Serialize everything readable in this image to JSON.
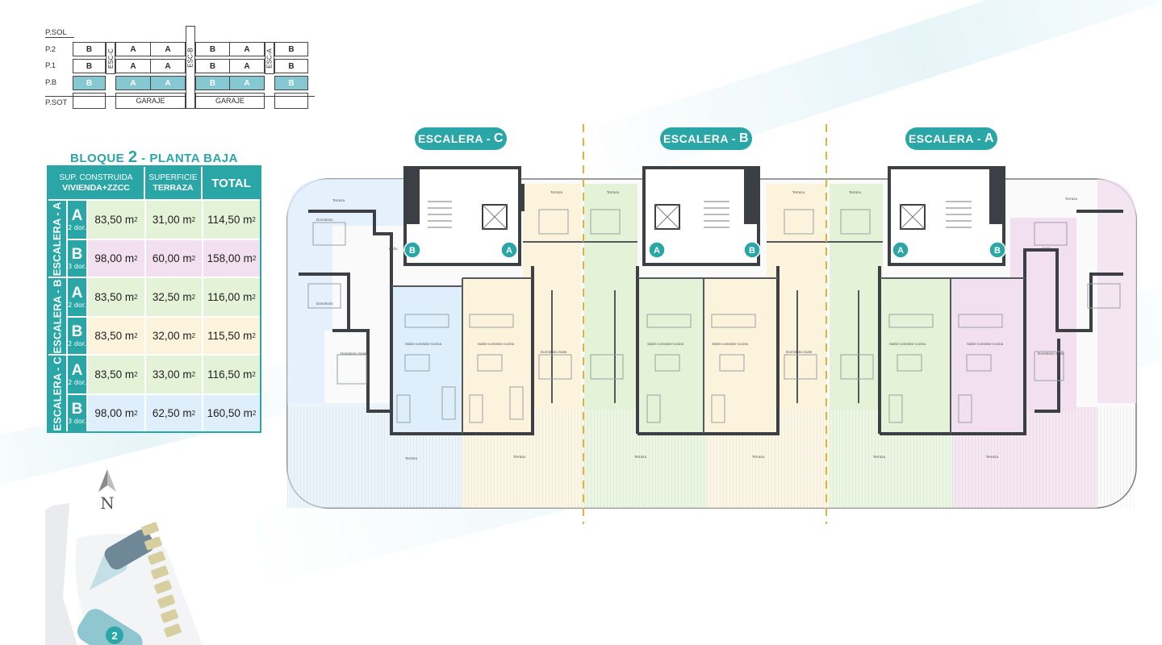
{
  "section": {
    "levels": [
      "P.SOL",
      "P.2",
      "P.1",
      "P.B",
      "P.SOT"
    ],
    "p2_cells": [
      "B",
      "A",
      "A",
      "B",
      "A",
      "B"
    ],
    "p1_cells": [
      "B",
      "A",
      "A",
      "B",
      "A",
      "B"
    ],
    "pb_cells": [
      "B",
      "A",
      "A",
      "B",
      "A",
      "B"
    ],
    "stairs": [
      "ESC-C",
      "ESC-B",
      "ESC-A"
    ],
    "garage": "GARAJE"
  },
  "table": {
    "title_prefix": "BLOQUE",
    "title_number": "2",
    "title_suffix": "- PLANTA BAJA",
    "col1_top": "SUP. CONSTRUIDA",
    "col1_bottom": "VIVIENDA+ZZCC",
    "col2_top": "SUPERFICIE",
    "col2_bottom": "TERRAZA",
    "col3": "TOTAL",
    "unit": "m",
    "unit_sup": "2",
    "groups": [
      {
        "label": "ESCALERA - A",
        "rows": [
          {
            "type": "A",
            "dor": "2 dor.",
            "built": "83,50",
            "terrace": "31,00",
            "total": "114,50",
            "color": "#e4f3d8"
          },
          {
            "type": "B",
            "dor": "3 dor.",
            "built": "98,00",
            "terrace": "60,00",
            "total": "158,00",
            "color": "#f2e0f0"
          }
        ]
      },
      {
        "label": "ESCALERA - B",
        "rows": [
          {
            "type": "A",
            "dor": "2 dor.",
            "built": "83,50",
            "terrace": "32,50",
            "total": "116,00",
            "color": "#e4f3d8"
          },
          {
            "type": "B",
            "dor": "2 dor.",
            "built": "83,50",
            "terrace": "32,00",
            "total": "115,50",
            "color": "#fbf3dc"
          }
        ]
      },
      {
        "label": "ESCALERA - C",
        "rows": [
          {
            "type": "A",
            "dor": "2 dor.",
            "built": "83,50",
            "terrace": "33,00",
            "total": "116,50",
            "color": "#e4f3d8"
          },
          {
            "type": "B",
            "dor": "3 dor.",
            "built": "98,00",
            "terrace": "62,50",
            "total": "160,50",
            "color": "#dfeefb"
          }
        ]
      }
    ]
  },
  "compass": "N",
  "site_map": {
    "block_number": "2"
  },
  "plan": {
    "stair_labels": [
      {
        "prefix": "ESCALERA -",
        "letter": "C"
      },
      {
        "prefix": "ESCALERA -",
        "letter": "B"
      },
      {
        "prefix": "ESCALERA -",
        "letter": "A"
      }
    ],
    "unit_markers": [
      "B",
      "A",
      "A",
      "B",
      "A",
      "B"
    ],
    "room_labels": {
      "terraza": "Terraza",
      "dormitorio": "Dormitorio",
      "bano": "Baño",
      "salon": "Salón-comedor-cocina",
      "suite": "Dormitorio Suite"
    }
  },
  "colors": {
    "accent": "#2aa6a6",
    "wall": "#3c3f44",
    "blue": "#dfeefb",
    "yellow": "#fbf3dc",
    "green": "#e4f3d8",
    "pink": "#f2e0f0",
    "divider": "#e0b33a"
  }
}
